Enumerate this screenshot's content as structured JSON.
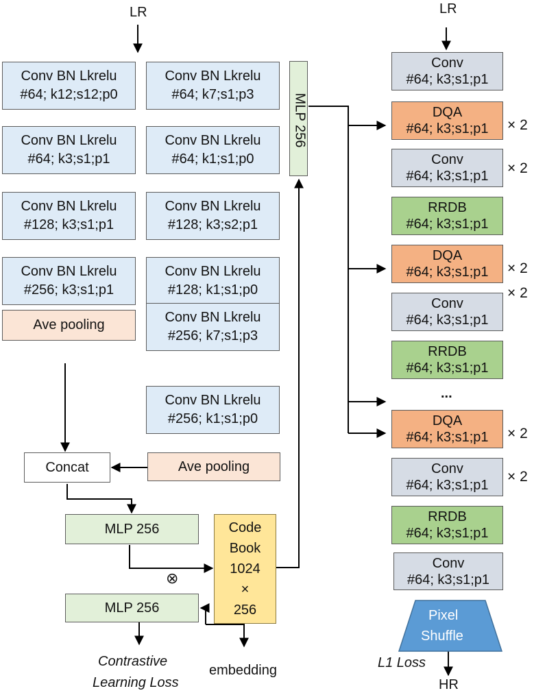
{
  "encoder": {
    "input_label": "LR",
    "col1": [
      {
        "line1": "Conv BN Lkrelu",
        "line2": "#64; k12;s12;p0"
      },
      {
        "line1": "Conv BN Lkrelu",
        "line2": "#64; k3;s1;p1"
      },
      {
        "line1": "Conv BN Lkrelu",
        "line2": "#128; k3;s1;p1"
      },
      {
        "line1": "Conv BN Lkrelu",
        "line2": "#256; k3;s1;p1"
      }
    ],
    "col2": [
      {
        "line1": "Conv BN Lkrelu",
        "line2": "#64; k7;s1;p3"
      },
      {
        "line1": "Conv BN Lkrelu",
        "line2": "#64; k1;s1;p0"
      },
      {
        "line1": "Conv BN Lkrelu",
        "line2": "#128; k3;s2;p1"
      },
      {
        "line1": "Conv BN Lkrelu",
        "line2": "#128; k1;s1;p0"
      },
      {
        "line1": "Conv BN Lkrelu",
        "line2": "#256; k7;s1;p3"
      },
      {
        "line1": "Conv BN Lkrelu",
        "line2": "#256; k1;s1;p0"
      }
    ],
    "pool_left": "Ave pooling",
    "pool_right": "Ave pooling",
    "concat": "Concat",
    "mlp_top": "MLP 256",
    "mlp_bottom": "MLP 256",
    "multiply_symbol": "⊗",
    "codebook": [
      "Code",
      "Book",
      "1024",
      "×",
      "256"
    ],
    "mlp_vertical": "MLP 256",
    "loss_line1": "Contrastive",
    "loss_line2": "Learning Loss",
    "embedding_label": "embedding"
  },
  "sr_network": {
    "input_label": "LR",
    "blocks": [
      {
        "kind": "conv",
        "line1": "Conv",
        "line2": "#64; k3;s1;p1",
        "repeat": ""
      },
      {
        "kind": "dqa",
        "line1": "DQA",
        "line2": "#64; k3;s1;p1",
        "repeat": "× 2"
      },
      {
        "kind": "conv",
        "line1": "Conv",
        "line2": "#64; k3;s1;p1",
        "repeat": "× 2"
      },
      {
        "kind": "rrdb",
        "line1": "RRDB",
        "line2": "#64; k3;s1;p1",
        "repeat": ""
      },
      {
        "kind": "dqa",
        "line1": "DQA",
        "line2": "#64; k3;s1;p1",
        "repeat": "× 2"
      },
      {
        "kind": "conv",
        "line1": "Conv",
        "line2": "#64; k3;s1;p1",
        "repeat": "× 2"
      },
      {
        "kind": "rrdb",
        "line1": "RRDB",
        "line2": "#64; k3;s1;p1",
        "repeat": ""
      },
      {
        "kind": "dqa",
        "line1": "DQA",
        "line2": "#64; k3;s1;p1",
        "repeat": "× 2"
      },
      {
        "kind": "conv",
        "line1": "Conv",
        "line2": "#64; k3;s1;p1",
        "repeat": "× 2"
      },
      {
        "kind": "rrdb",
        "line1": "RRDB",
        "line2": "#64; k3;s1;p1",
        "repeat": ""
      },
      {
        "kind": "conv",
        "line1": "Conv",
        "line2": "#64; k3;s1;p1",
        "repeat": ""
      }
    ],
    "ellipsis": "...",
    "pixel_shuffle_line1": "Pixel",
    "pixel_shuffle_line2": "Shuffle",
    "loss_label": "L1 Loss",
    "output_label": "HR"
  },
  "colors": {
    "encoder_conv": "#deebf7",
    "pooling": "#fbe5d6",
    "mlp": "#e2f0d9",
    "codebook": "#ffe699",
    "conv": "#d6dce5",
    "dqa": "#f4b183",
    "rrdb": "#a9d18e",
    "pixel_shuffle": "#5b9bd5"
  }
}
